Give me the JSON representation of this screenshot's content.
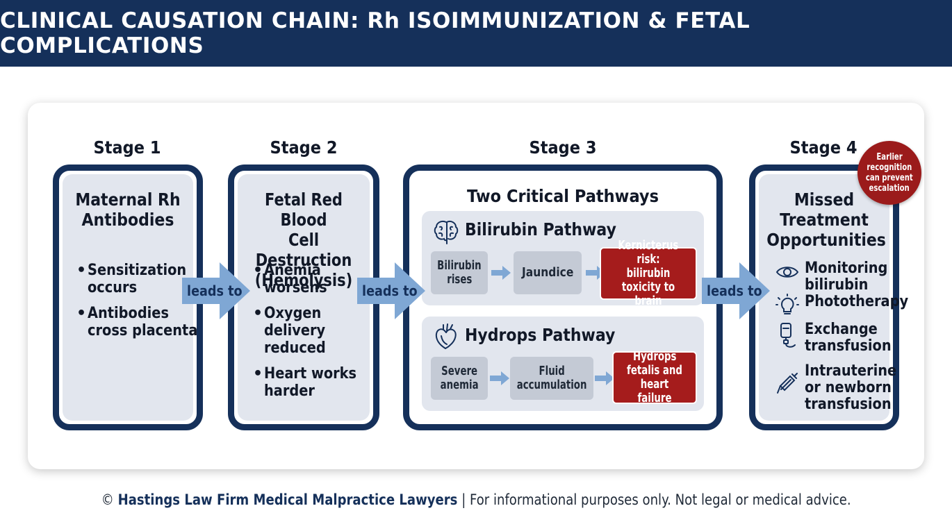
{
  "header": {
    "title": "CLINICAL CAUSATION CHAIN: Rh ISOIMMUNIZATION & FETAL COMPLICATIONS"
  },
  "stages": {
    "s1": {
      "label": "Stage 1",
      "title_lines": [
        "Maternal Rh",
        "Antibodies"
      ],
      "bullets": [
        [
          "Sensitization",
          "occurs"
        ],
        [
          "Antibodies",
          "cross placenta"
        ]
      ]
    },
    "s2": {
      "label": "Stage 2",
      "title_lines": [
        "Fetal Red Blood",
        "Cell Destruction",
        "(Hemolysis)"
      ],
      "bullets": [
        [
          "Anemia",
          "worsens"
        ],
        [
          "Oxygen",
          "delivery",
          "reduced"
        ],
        [
          "Heart works",
          "harder"
        ]
      ]
    },
    "s3": {
      "label": "Stage 3",
      "title": "Two Critical Pathways",
      "bilirubin": {
        "heading": "Bilirubin Pathway",
        "icon": "brain-icon",
        "steps": [
          [
            "Bilirubin",
            "rises"
          ],
          [
            "Jaundice"
          ],
          [
            "Kernicterus",
            "risk: bilirubin",
            "toxicity to brain"
          ]
        ]
      },
      "hydrops": {
        "heading": "Hydrops Pathway",
        "icon": "heart-icon",
        "steps": [
          [
            "Severe",
            "anemia"
          ],
          [
            "Fluid",
            "accumulation"
          ],
          [
            "Hydrops",
            "fetalis and",
            "heart failure"
          ]
        ]
      }
    },
    "s4": {
      "label": "Stage 4",
      "title_lines": [
        "Missed",
        "Treatment",
        "Opportunities"
      ],
      "callout_lines": [
        "Earlier",
        "recognition",
        "can prevent",
        "escalation"
      ],
      "items": [
        {
          "icon": "eye-icon",
          "lines": [
            "Monitoring",
            "bilirubin"
          ]
        },
        {
          "icon": "lightbulb-icon",
          "lines": [
            "Phototherapy"
          ]
        },
        {
          "icon": "iv-bag-icon",
          "lines": [
            "Exchange",
            "transfusion"
          ]
        },
        {
          "icon": "syringe-icon",
          "lines": [
            "Intrauterine",
            "or newborn",
            "transfusion"
          ]
        }
      ]
    }
  },
  "arrows": {
    "label": "leads to"
  },
  "colors": {
    "navy": "#15305a",
    "arrow": "#7fa7d4",
    "red": "#a51c1c",
    "panel": "#e2e6ee"
  },
  "footer": {
    "copyright": "©",
    "firm": "Hastings Law Firm Medical Malpractice Lawyers",
    "disclaimer": "| For informational purposes only. Not legal or medical advice."
  }
}
